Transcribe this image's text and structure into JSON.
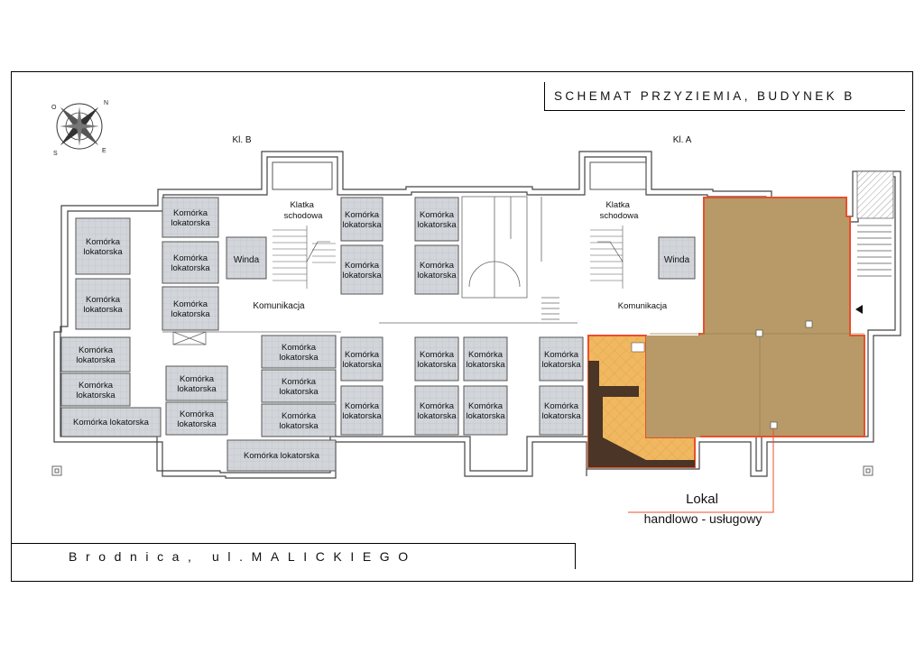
{
  "title": "SCHEMAT PRZYZIEMIA, BUDYNEK B",
  "address": "Brodnica, ul.MALICKIEGO",
  "stair_labels": {
    "b": "Kl. B",
    "a": "Kl. A"
  },
  "compass": {
    "n": "N",
    "s": "S",
    "e": "E",
    "w": "O"
  },
  "rooms": {
    "storage": "Komórka lokatorska",
    "stairwell": "Klatka schodowa",
    "elevator": "Winda",
    "corridor": "Komunikacja"
  },
  "commercial_unit": {
    "label_line1": "Lokal",
    "label_line2": "handlowo - usługowy",
    "fill_color": "#b79a68",
    "outline_color": "#e8502a",
    "wc_fill_color": "#f0b860"
  },
  "storage_fill_color": "#d2d6db"
}
